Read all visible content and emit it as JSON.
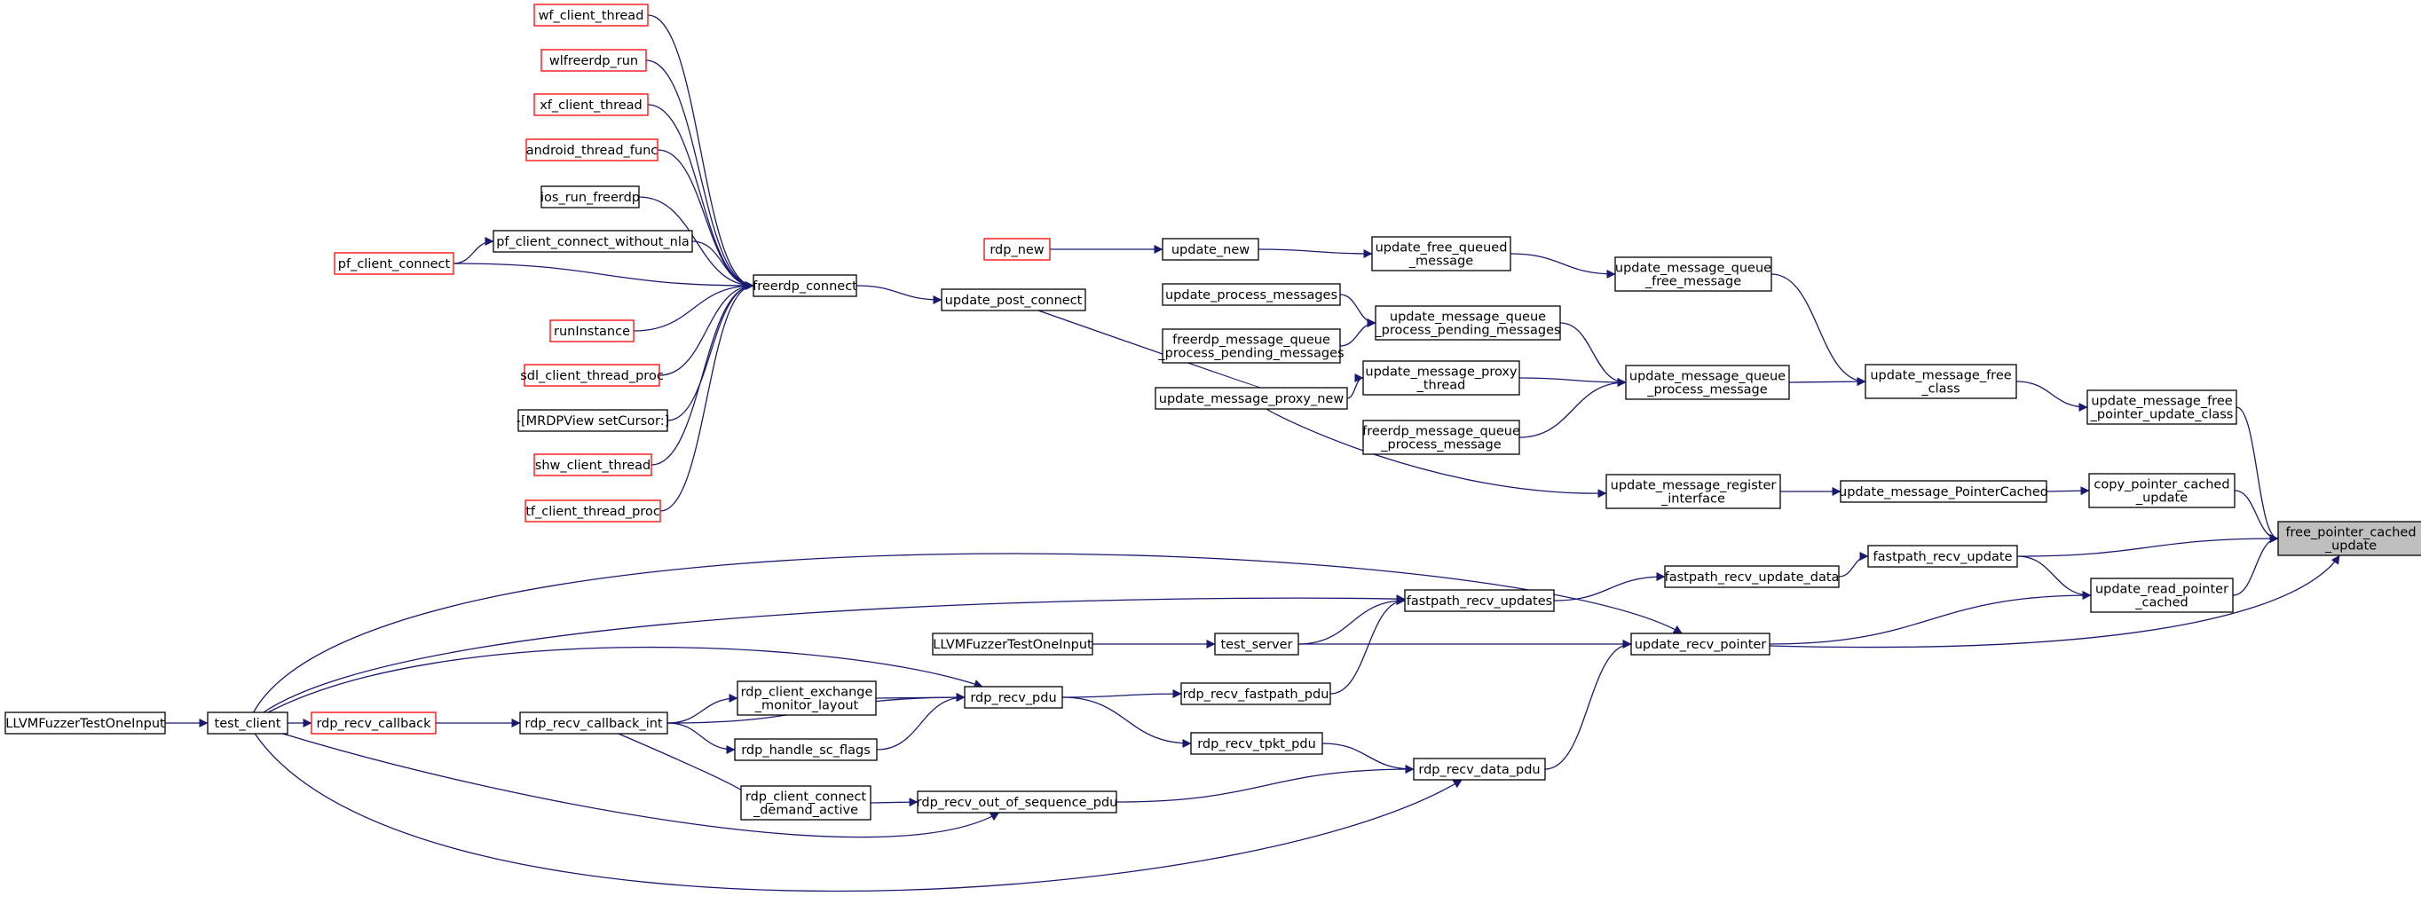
{
  "colors": {
    "edge": "#191970",
    "node_border_normal": "#000000",
    "node_border_truncated": "#ff0000",
    "focus_fill": "#bfbfbf",
    "node_fill": "#ffffff"
  },
  "nodes": [
    {
      "id": "wf_client_thread",
      "lines": [
        "wf_client_thread"
      ],
      "style": "truncated"
    },
    {
      "id": "wlfreerdp_run",
      "lines": [
        "wlfreerdp_run"
      ],
      "style": "truncated"
    },
    {
      "id": "xf_client_thread",
      "lines": [
        "xf_client_thread"
      ],
      "style": "truncated"
    },
    {
      "id": "android_thread_func",
      "lines": [
        "android_thread_func"
      ],
      "style": "truncated"
    },
    {
      "id": "ios_run_freerdp",
      "lines": [
        "ios_run_freerdp"
      ],
      "style": "normal"
    },
    {
      "id": "pf_client_connect_without_nla",
      "lines": [
        "pf_client_connect_without_nla"
      ],
      "style": "normal"
    },
    {
      "id": "pf_client_connect",
      "lines": [
        "pf_client_connect"
      ],
      "style": "truncated"
    },
    {
      "id": "runInstance",
      "lines": [
        "runInstance"
      ],
      "style": "truncated"
    },
    {
      "id": "sdl_client_thread_proc",
      "lines": [
        "sdl_client_thread_proc"
      ],
      "style": "truncated"
    },
    {
      "id": "mrdpview_setcursor",
      "lines": [
        "-[MRDPView setCursor:]"
      ],
      "style": "normal"
    },
    {
      "id": "shw_client_thread",
      "lines": [
        "shw_client_thread"
      ],
      "style": "truncated"
    },
    {
      "id": "tf_client_thread_proc",
      "lines": [
        "tf_client_thread_proc"
      ],
      "style": "truncated"
    },
    {
      "id": "freerdp_connect",
      "lines": [
        "freerdp_connect"
      ],
      "style": "normal"
    },
    {
      "id": "rdp_new",
      "lines": [
        "rdp_new"
      ],
      "style": "truncated"
    },
    {
      "id": "update_new",
      "lines": [
        "update_new"
      ],
      "style": "normal"
    },
    {
      "id": "update_post_connect",
      "lines": [
        "update_post_connect"
      ],
      "style": "normal"
    },
    {
      "id": "update_free_queued_message",
      "lines": [
        "update_free_queued",
        "_message"
      ],
      "style": "normal"
    },
    {
      "id": "update_process_messages",
      "lines": [
        "update_process_messages"
      ],
      "style": "normal"
    },
    {
      "id": "freerdp_message_queue_process_pending_messages",
      "lines": [
        "freerdp_message_queue",
        "_process_pending_messages"
      ],
      "style": "normal"
    },
    {
      "id": "update_message_proxy_new",
      "lines": [
        "update_message_proxy_new"
      ],
      "style": "normal"
    },
    {
      "id": "update_message_queue_process_pending_messages",
      "lines": [
        "update_message_queue",
        "_process_pending_messages"
      ],
      "style": "normal"
    },
    {
      "id": "update_message_proxy_thread",
      "lines": [
        "update_message_proxy",
        "_thread"
      ],
      "style": "normal"
    },
    {
      "id": "freerdp_message_queue_process_message",
      "lines": [
        "freerdp_message_queue",
        "_process_message"
      ],
      "style": "normal"
    },
    {
      "id": "update_message_queue_free_message",
      "lines": [
        "update_message_queue",
        "_free_message"
      ],
      "style": "normal"
    },
    {
      "id": "update_message_queue_process_message",
      "lines": [
        "update_message_queue",
        "_process_message"
      ],
      "style": "normal"
    },
    {
      "id": "update_message_register_interface",
      "lines": [
        "update_message_register",
        "_interface"
      ],
      "style": "normal"
    },
    {
      "id": "update_message_free_class",
      "lines": [
        "update_message_free",
        "_class"
      ],
      "style": "normal"
    },
    {
      "id": "update_message_PointerCached",
      "lines": [
        "update_message_PointerCached"
      ],
      "style": "normal"
    },
    {
      "id": "update_message_free_pointer_update_class",
      "lines": [
        "update_message_free",
        "_pointer_update_class"
      ],
      "style": "normal"
    },
    {
      "id": "copy_pointer_cached_update",
      "lines": [
        "copy_pointer_cached",
        "_update"
      ],
      "style": "normal"
    },
    {
      "id": "free_pointer_cached_update",
      "lines": [
        "free_pointer_cached",
        "_update"
      ],
      "style": "focus"
    },
    {
      "id": "fastpath_recv_update",
      "lines": [
        "fastpath_recv_update"
      ],
      "style": "normal"
    },
    {
      "id": "fastpath_recv_update_data",
      "lines": [
        "fastpath_recv_update_data"
      ],
      "style": "normal"
    },
    {
      "id": "update_read_pointer_cached",
      "lines": [
        "update_read_pointer",
        "_cached"
      ],
      "style": "normal"
    },
    {
      "id": "fastpath_recv_updates",
      "lines": [
        "fastpath_recv_updates"
      ],
      "style": "normal"
    },
    {
      "id": "LLVMFuzzerTestOneInput_server",
      "lines": [
        "LLVMFuzzerTestOneInput"
      ],
      "style": "normal"
    },
    {
      "id": "test_server",
      "lines": [
        "test_server"
      ],
      "style": "normal"
    },
    {
      "id": "update_recv_pointer",
      "lines": [
        "update_recv_pointer"
      ],
      "style": "normal"
    },
    {
      "id": "rdp_client_exchange_monitor_layout",
      "lines": [
        "rdp_client_exchange",
        "_monitor_layout"
      ],
      "style": "normal"
    },
    {
      "id": "rdp_recv_pdu",
      "lines": [
        "rdp_recv_pdu"
      ],
      "style": "normal"
    },
    {
      "id": "rdp_recv_fastpath_pdu",
      "lines": [
        "rdp_recv_fastpath_pdu"
      ],
      "style": "normal"
    },
    {
      "id": "LLVMFuzzerTestOneInput_client",
      "lines": [
        "LLVMFuzzerTestOneInput"
      ],
      "style": "normal"
    },
    {
      "id": "test_client",
      "lines": [
        "test_client"
      ],
      "style": "normal"
    },
    {
      "id": "rdp_recv_callback",
      "lines": [
        "rdp_recv_callback"
      ],
      "style": "truncated"
    },
    {
      "id": "rdp_recv_callback_int",
      "lines": [
        "rdp_recv_callback_int"
      ],
      "style": "normal"
    },
    {
      "id": "rdp_handle_sc_flags",
      "lines": [
        "rdp_handle_sc_flags"
      ],
      "style": "normal"
    },
    {
      "id": "rdp_recv_tpkt_pdu",
      "lines": [
        "rdp_recv_tpkt_pdu"
      ],
      "style": "normal"
    },
    {
      "id": "rdp_recv_data_pdu",
      "lines": [
        "rdp_recv_data_pdu"
      ],
      "style": "normal"
    },
    {
      "id": "rdp_client_connect_demand_active",
      "lines": [
        "rdp_client_connect",
        "_demand_active"
      ],
      "style": "normal"
    },
    {
      "id": "rdp_recv_out_of_sequence_pdu",
      "lines": [
        "rdp_recv_out_of_sequence_pdu"
      ],
      "style": "normal"
    }
  ],
  "edges": [
    [
      "wf_client_thread",
      "freerdp_connect"
    ],
    [
      "wlfreerdp_run",
      "freerdp_connect"
    ],
    [
      "xf_client_thread",
      "freerdp_connect"
    ],
    [
      "android_thread_func",
      "freerdp_connect"
    ],
    [
      "ios_run_freerdp",
      "freerdp_connect"
    ],
    [
      "pf_client_connect_without_nla",
      "freerdp_connect"
    ],
    [
      "pf_client_connect",
      "pf_client_connect_without_nla"
    ],
    [
      "pf_client_connect",
      "freerdp_connect"
    ],
    [
      "runInstance",
      "freerdp_connect"
    ],
    [
      "sdl_client_thread_proc",
      "freerdp_connect"
    ],
    [
      "mrdpview_setcursor",
      "freerdp_connect"
    ],
    [
      "shw_client_thread",
      "freerdp_connect"
    ],
    [
      "tf_client_thread_proc",
      "freerdp_connect"
    ],
    [
      "freerdp_connect",
      "update_post_connect"
    ],
    [
      "update_post_connect",
      "update_message_proxy_new"
    ],
    [
      "rdp_new",
      "update_new"
    ],
    [
      "update_new",
      "update_free_queued_message"
    ],
    [
      "update_free_queued_message",
      "update_message_queue_free_message"
    ],
    [
      "update_message_queue_free_message",
      "update_message_free_class"
    ],
    [
      "update_process_messages",
      "update_message_queue_process_pending_messages"
    ],
    [
      "freerdp_message_queue_process_pending_messages",
      "update_message_queue_process_pending_messages"
    ],
    [
      "update_message_queue_process_pending_messages",
      "update_message_queue_process_message"
    ],
    [
      "update_message_proxy_new",
      "update_message_proxy_thread"
    ],
    [
      "update_message_proxy_new",
      "update_message_register_interface"
    ],
    [
      "update_message_proxy_thread",
      "update_message_queue_process_message"
    ],
    [
      "freerdp_message_queue_process_message",
      "update_message_queue_process_message"
    ],
    [
      "update_message_queue_process_message",
      "update_message_free_class"
    ],
    [
      "update_message_free_class",
      "update_message_free_pointer_update_class"
    ],
    [
      "update_message_free_pointer_update_class",
      "free_pointer_cached_update"
    ],
    [
      "update_message_register_interface",
      "update_message_PointerCached"
    ],
    [
      "update_message_PointerCached",
      "copy_pointer_cached_update"
    ],
    [
      "copy_pointer_cached_update",
      "free_pointer_cached_update"
    ],
    [
      "fastpath_recv_update",
      "free_pointer_cached_update"
    ],
    [
      "fastpath_recv_update",
      "update_read_pointer_cached"
    ],
    [
      "update_read_pointer_cached",
      "free_pointer_cached_update"
    ],
    [
      "update_recv_pointer",
      "update_read_pointer_cached"
    ],
    [
      "update_recv_pointer",
      "free_pointer_cached_update"
    ],
    [
      "fastpath_recv_update_data",
      "fastpath_recv_update"
    ],
    [
      "fastpath_recv_updates",
      "fastpath_recv_update_data"
    ],
    [
      "test_server",
      "fastpath_recv_updates"
    ],
    [
      "test_server",
      "update_recv_pointer"
    ],
    [
      "LLVMFuzzerTestOneInput_server",
      "test_server"
    ],
    [
      "rdp_recv_fastpath_pdu",
      "fastpath_recv_updates"
    ],
    [
      "rdp_recv_pdu",
      "rdp_recv_fastpath_pdu"
    ],
    [
      "rdp_recv_tpkt_pdu",
      "rdp_recv_data_pdu"
    ],
    [
      "rdp_recv_pdu",
      "rdp_recv_tpkt_pdu"
    ],
    [
      "rdp_recv_data_pdu",
      "update_recv_pointer"
    ],
    [
      "rdp_recv_out_of_sequence_pdu",
      "rdp_recv_data_pdu"
    ],
    [
      "rdp_client_connect_demand_active",
      "rdp_recv_out_of_sequence_pdu"
    ],
    [
      "rdp_recv_callback_int",
      "rdp_client_exchange_monitor_layout"
    ],
    [
      "rdp_recv_callback_int",
      "rdp_recv_pdu"
    ],
    [
      "rdp_recv_callback_int",
      "rdp_handle_sc_flags"
    ],
    [
      "rdp_recv_callback_int",
      "rdp_client_connect_demand_active"
    ],
    [
      "rdp_client_exchange_monitor_layout",
      "rdp_recv_pdu"
    ],
    [
      "rdp_handle_sc_flags",
      "rdp_recv_pdu"
    ],
    [
      "rdp_recv_callback",
      "rdp_recv_callback_int"
    ],
    [
      "test_client",
      "rdp_recv_callback"
    ],
    [
      "test_client",
      "fastpath_recv_updates"
    ],
    [
      "test_client",
      "update_recv_pointer"
    ],
    [
      "test_client",
      "rdp_recv_pdu"
    ],
    [
      "test_client",
      "rdp_recv_out_of_sequence_pdu"
    ],
    [
      "test_client",
      "rdp_recv_data_pdu"
    ],
    [
      "LLVMFuzzerTestOneInput_client",
      "test_client"
    ]
  ]
}
